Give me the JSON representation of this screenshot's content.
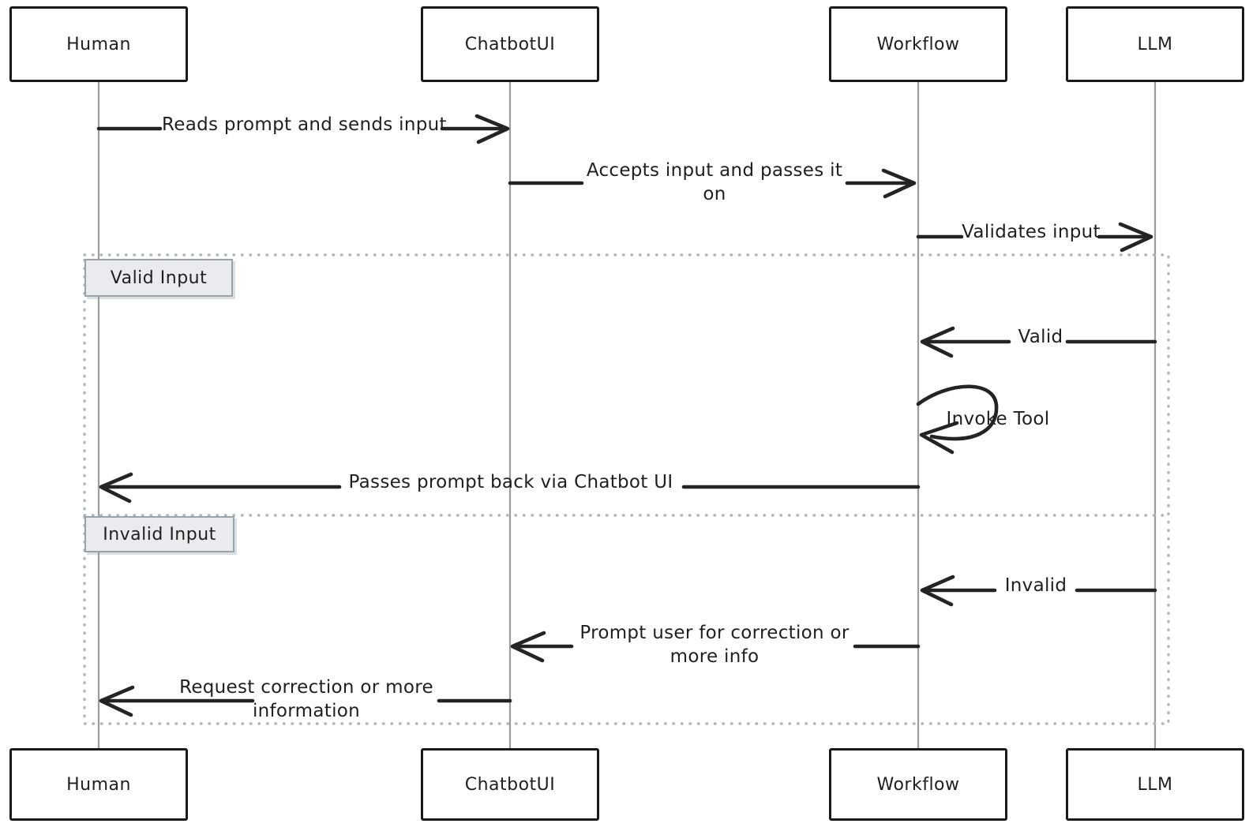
{
  "diagram": {
    "type": "sequence-diagram",
    "participants": [
      {
        "id": "human",
        "label": "Human"
      },
      {
        "id": "chatbotui",
        "label": "ChatbotUI"
      },
      {
        "id": "workflow",
        "label": "Workflow"
      },
      {
        "id": "llm",
        "label": "LLM"
      }
    ],
    "messages": [
      {
        "from": "Human",
        "to": "ChatbotUI",
        "direction": "right",
        "lines": [
          "Reads prompt and sends input"
        ]
      },
      {
        "from": "ChatbotUI",
        "to": "Workflow",
        "direction": "right",
        "lines": [
          "Accepts input and passes it",
          "on"
        ]
      },
      {
        "from": "Workflow",
        "to": "LLM",
        "direction": "right",
        "lines": [
          "Validates input"
        ]
      },
      {
        "from": "LLM",
        "to": "Workflow",
        "direction": "left",
        "lines": [
          "Valid"
        ]
      },
      {
        "from": "Workflow",
        "to": "Workflow",
        "direction": "self",
        "lines": [
          "Invoke Tool"
        ]
      },
      {
        "from": "Workflow",
        "to": "Human",
        "direction": "left",
        "lines": [
          "Passes prompt back via Chatbot UI"
        ]
      },
      {
        "from": "LLM",
        "to": "Workflow",
        "direction": "left",
        "lines": [
          "Invalid"
        ]
      },
      {
        "from": "Workflow",
        "to": "ChatbotUI",
        "direction": "left",
        "lines": [
          "Prompt user for correction or",
          "more info"
        ]
      },
      {
        "from": "ChatbotUI",
        "to": "Human",
        "direction": "left",
        "lines": [
          "Request correction or more",
          "information"
        ]
      }
    ],
    "alt_frame": {
      "sections": [
        {
          "label": "Valid Input"
        },
        {
          "label": "Invalid Input"
        }
      ]
    },
    "colors": {
      "ink": "#242424",
      "box_border": "#1b1b1b",
      "lifeline": "#9b9b9b",
      "frame_dots": "#aeb6bd",
      "section_fill": "#e9ebee",
      "section_border": "#9aa2aa"
    }
  }
}
